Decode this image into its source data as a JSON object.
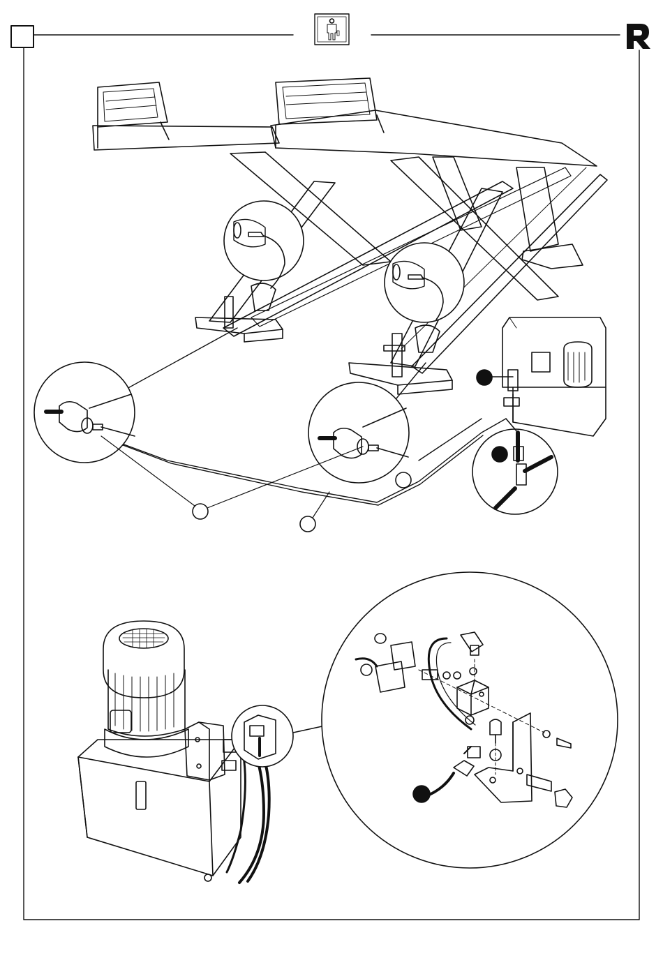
{
  "page": {
    "page_number_box": "",
    "header_icon": "technician-figure-icon",
    "brand_logo": "r-logo-icon",
    "callouts": [
      {
        "id": "c1",
        "label": "",
        "style": "filled"
      },
      {
        "id": "c2",
        "label": "",
        "style": "filled"
      },
      {
        "id": "c3",
        "label": "",
        "style": "open"
      },
      {
        "id": "c4",
        "label": "",
        "style": "open"
      },
      {
        "id": "c5",
        "label": "",
        "style": "open"
      },
      {
        "id": "c6",
        "label": "",
        "style": "filled"
      }
    ]
  },
  "colors": {
    "ink": "#111111",
    "paper": "#ffffff"
  }
}
